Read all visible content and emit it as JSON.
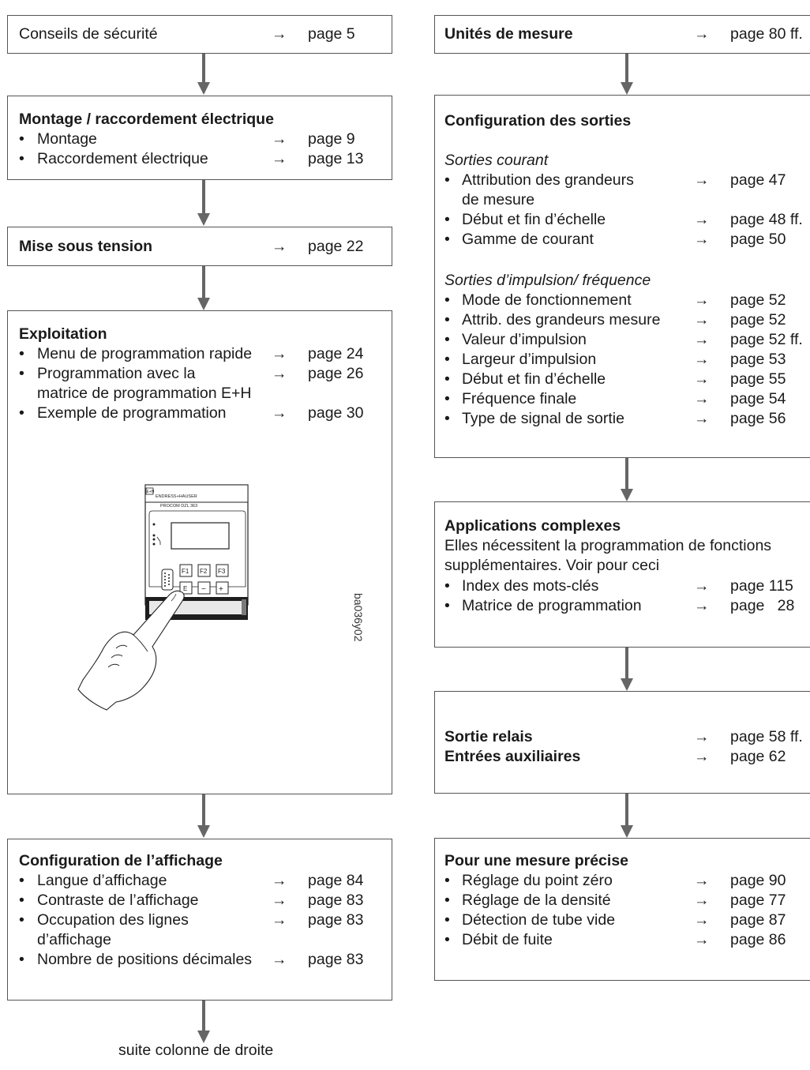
{
  "left": {
    "safety": {
      "label": "Conseils de sécurité",
      "arrow": "→",
      "page": "page  5"
    },
    "mounting": {
      "title": "Montage / raccordement électrique",
      "items": [
        {
          "bullet": "•",
          "text": "Montage",
          "arrow": "→",
          "page": "page  9"
        },
        {
          "bullet": "•",
          "text": "Raccordement électrique",
          "arrow": "→",
          "page": "page 13"
        }
      ]
    },
    "power": {
      "label": "Mise sous tension",
      "arrow": "→",
      "page": "page 22"
    },
    "operation": {
      "title": "Exploitation",
      "items": [
        {
          "bullet": "•",
          "text": "Menu de programmation rapide",
          "arrow": "→",
          "page": "page 24"
        },
        {
          "bullet": "•",
          "text": "Programmation avec la",
          "text2": "matrice de programmation E+H",
          "arrow": "→",
          "page": "page 26"
        },
        {
          "bullet": "•",
          "text": "Exemple de programmation",
          "arrow": "→",
          "page": "page 30"
        }
      ],
      "device": {
        "brand": "ENDRESS+HAUSER",
        "model": "PROCOM  DZL  363",
        "logo": "E+H",
        "keys": [
          "F1",
          "F2",
          "F3",
          "E",
          "−",
          "+"
        ]
      },
      "figure_code": "ba036y02"
    },
    "display": {
      "title": "Configuration de l’affichage",
      "items": [
        {
          "bullet": "•",
          "text": "Langue d’affichage",
          "arrow": "→",
          "page": "page 84"
        },
        {
          "bullet": "•",
          "text": "Contraste de l’affichage",
          "arrow": "→",
          "page": "page 83"
        },
        {
          "bullet": "•",
          "text": "Occupation des lignes",
          "text2": "d’affichage",
          "arrow": "→",
          "page": "page 83"
        },
        {
          "bullet": "•",
          "text": "Nombre de positions décimales",
          "arrow": "→",
          "page": "page 83"
        }
      ]
    },
    "footer": "suite colonne de droite"
  },
  "right": {
    "units": {
      "label": "Unités de mesure",
      "arrow": "→",
      "page": "page 80 ff."
    },
    "outputs": {
      "title": "Configuration des sorties",
      "current_title": "Sorties courant",
      "current_items": [
        {
          "bullet": "•",
          "text": "Attribution des grandeurs",
          "text2": "de mesure",
          "arrow": "→",
          "page": "page 47"
        },
        {
          "bullet": "•",
          "text": "Début et fin d’échelle",
          "arrow": "→",
          "page": "page 48 ff."
        },
        {
          "bullet": "•",
          "text": "Gamme de courant",
          "arrow": "→",
          "page": "page 50"
        }
      ],
      "pulse_title": "Sorties d’impulsion/ fréquence",
      "pulse_items": [
        {
          "bullet": "•",
          "text": "Mode de fonctionnement",
          "arrow": "→",
          "page": "page 52"
        },
        {
          "bullet": "•",
          "text": "Attrib. des grandeurs mesure",
          "arrow": "→",
          "page": "page 52"
        },
        {
          "bullet": "•",
          "text": "Valeur d’impulsion",
          "arrow": "→",
          "page": "page 52 ff."
        },
        {
          "bullet": "•",
          "text": "Largeur d’impulsion",
          "arrow": "→",
          "page": "page 53"
        },
        {
          "bullet": "•",
          "text": "Début et fin d’échelle",
          "arrow": "→",
          "page": "page 55"
        },
        {
          "bullet": "•",
          "text": "Fréquence finale",
          "arrow": "→",
          "page": "page 54"
        },
        {
          "bullet": "•",
          "text": "Type de signal de sortie",
          "arrow": "→",
          "page": "page 56"
        }
      ]
    },
    "complex": {
      "title": "Applications complexes",
      "line1": "Elles nécessitent la programmation de fonctions",
      "line2": "supplémentaires. Voir pour ceci",
      "items": [
        {
          "bullet": "•",
          "text": "Index des mots-clés",
          "arrow": "→",
          "page": "page 115"
        },
        {
          "bullet": "•",
          "text": "Matrice de programmation",
          "arrow": "→",
          "page": "page   28"
        }
      ]
    },
    "relay": {
      "items": [
        {
          "text": "Sortie relais",
          "arrow": "→",
          "page": "page 58 ff."
        },
        {
          "text": "Entrées auxiliaires",
          "arrow": "→",
          "page": "page 62"
        }
      ]
    },
    "precise": {
      "title": "Pour une mesure précise",
      "items": [
        {
          "bullet": "•",
          "text": "Réglage du point zéro",
          "arrow": "→",
          "page": "page 90"
        },
        {
          "bullet": "•",
          "text": "Réglage de la densité",
          "arrow": "→",
          "page": "page 77"
        },
        {
          "bullet": "•",
          "text": "Détection de tube vide",
          "arrow": "→",
          "page": "page 87"
        },
        {
          "bullet": "•",
          "text": "Débit de fuite",
          "arrow": "→",
          "page": "page 86"
        }
      ]
    }
  }
}
